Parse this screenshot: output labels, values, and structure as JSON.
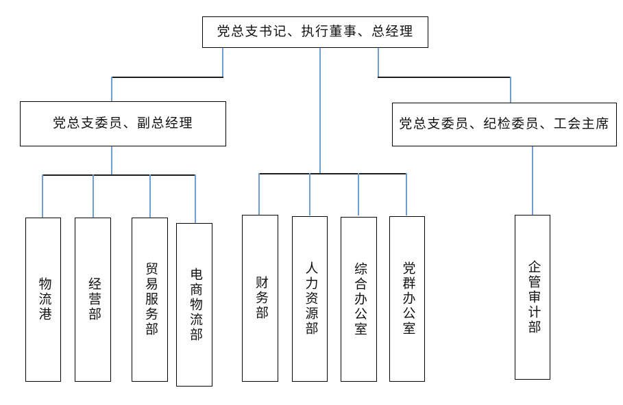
{
  "diagram": {
    "title": "organization-chart",
    "colors": {
      "box_border": "#000000",
      "box_fill": "#ffffff",
      "connector_vertical": "#6f9fd0",
      "connector_horizontal": "#1c1c1c",
      "text": "#111111"
    },
    "levels": {
      "level1": [
        {
          "id": "top",
          "label": "党总支书记、执行董事、总经理",
          "orientation": "horizontal"
        }
      ],
      "level2": [
        {
          "id": "l2-left",
          "label": "党总支委员、副总经理",
          "orientation": "horizontal"
        },
        {
          "id": "l2-right",
          "label": "党总支委员、纪检委员、工会主席",
          "orientation": "horizontal"
        }
      ],
      "level3": [
        {
          "id": "d1",
          "label": "物流港",
          "orientation": "vertical",
          "parent": "l2-left"
        },
        {
          "id": "d2",
          "label": "经营部",
          "orientation": "vertical",
          "parent": "l2-left"
        },
        {
          "id": "d3",
          "label": "贸易服务部",
          "orientation": "vertical",
          "parent": "l2-left"
        },
        {
          "id": "d4",
          "label": "电商物流部",
          "orientation": "vertical",
          "parent": "l2-left"
        },
        {
          "id": "d5",
          "label": "财务部",
          "orientation": "vertical",
          "parent": "top"
        },
        {
          "id": "d6",
          "label": "人力资源部",
          "orientation": "vertical",
          "parent": "top"
        },
        {
          "id": "d7",
          "label": "综合办公室",
          "orientation": "vertical",
          "parent": "top"
        },
        {
          "id": "d8",
          "label": "党群办公室",
          "orientation": "vertical",
          "parent": "top"
        },
        {
          "id": "d9",
          "label": "企管审计部",
          "orientation": "vertical",
          "parent": "l2-right"
        }
      ]
    }
  }
}
